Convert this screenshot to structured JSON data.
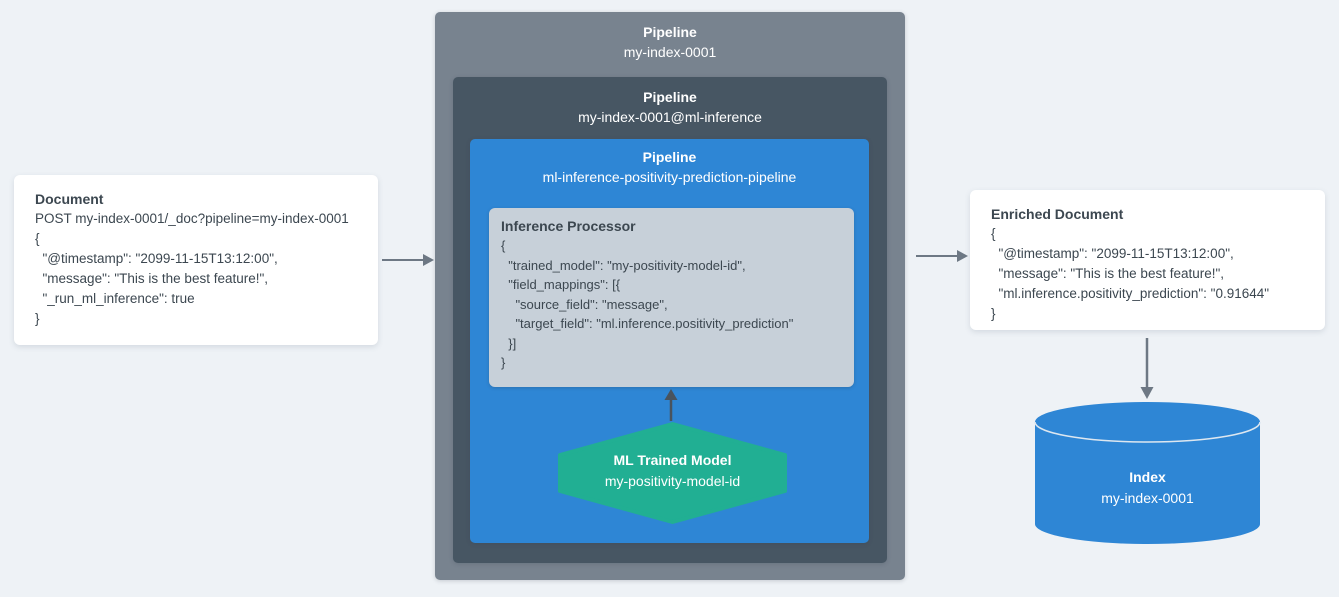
{
  "diagram_title": "ML inference pipeline flow",
  "colors": {
    "background": "#eef2f6",
    "card_white": "#ffffff",
    "pipeline_outer": "#78838f",
    "pipeline_middle": "#475663",
    "pipeline_inner_blue": "#2e86d5",
    "processor_gray": "#c7d0d9",
    "model_green": "#21af93",
    "index_blue": "#2e86d5",
    "text_dark": "#3c4750",
    "arrow_gray": "#6d7884",
    "arrow_dark": "#49535d"
  },
  "document_card": {
    "title": "Document",
    "lines": [
      "POST my-index-0001/_doc?pipeline=my-index-0001",
      "{",
      "  \"@timestamp\": \"2099-11-15T13:12:00\",",
      "  \"message\": \"This is the best feature!\",",
      "  \"_run_ml_inference\": true",
      "}"
    ]
  },
  "pipeline_outer": {
    "label": "Pipeline",
    "name": "my-index-0001"
  },
  "pipeline_middle": {
    "label": "Pipeline",
    "name": "my-index-0001@ml-inference"
  },
  "pipeline_inner": {
    "label": "Pipeline",
    "name": "ml-inference-positivity-prediction-pipeline"
  },
  "inference_processor": {
    "title": "Inference Processor",
    "lines": [
      "{",
      "  \"trained_model\": \"my-positivity-model-id\",",
      "  \"field_mappings\": [{",
      "    \"source_field\": \"message\",",
      "    \"target_field\": \"ml.inference.positivity_prediction\"",
      "  }]",
      "}"
    ]
  },
  "ml_model": {
    "title": "ML Trained Model",
    "name": "my-positivity-model-id"
  },
  "enriched_card": {
    "title": "Enriched Document",
    "lines": [
      "{",
      "  \"@timestamp\": \"2099-11-15T13:12:00\",",
      "  \"message\": \"This is the best feature!\",",
      "  \"ml.inference.positivity_prediction\": \"0.91644\"",
      "}"
    ]
  },
  "index_cylinder": {
    "label": "Index",
    "name": "my-index-0001"
  }
}
